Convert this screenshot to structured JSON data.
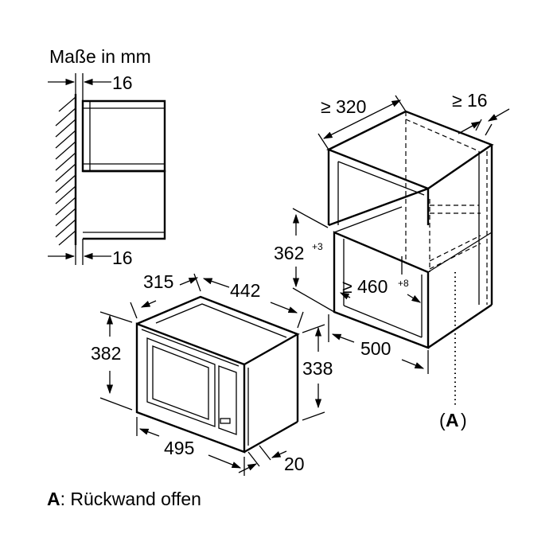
{
  "title": "Maße in mm",
  "dimensions": {
    "side_top": "16",
    "side_bottom": "16",
    "cab_width": "≥ 320",
    "cab_gap": "≥ 16",
    "niche_height": "362",
    "niche_height_tol": "+3",
    "niche_depth": "≥ 460",
    "niche_depth_tol": "+8",
    "cab_depth": "500",
    "mw_depth": "315",
    "mw_width_top": "442",
    "mw_height": "382",
    "mw_height_body": "338",
    "mw_width": "495",
    "mw_front": "20"
  },
  "callout": {
    "paren_open": "(",
    "letter": "A",
    "paren_close": ")"
  },
  "legend": {
    "key": "A",
    "text": ": Rückwand offen"
  }
}
